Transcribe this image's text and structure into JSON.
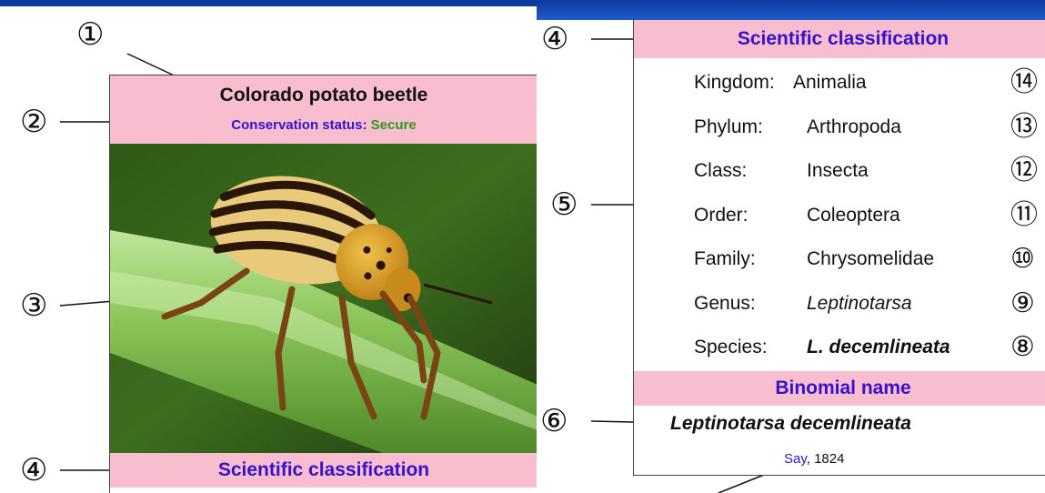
{
  "left": {
    "title": "Colorado potato beetle",
    "conservation_label": "Conservation status:",
    "conservation_value": "Secure",
    "sci_class_header": "Scientific classification",
    "callouts": [
      "①",
      "②",
      "③",
      "④"
    ]
  },
  "right": {
    "sci_class_header": "Scientific classification",
    "ranks": [
      {
        "rank": "Kingdom:",
        "value": "Animalia",
        "num": "⑭"
      },
      {
        "rank": "Phylum:",
        "value": "Arthropoda",
        "num": "⑬"
      },
      {
        "rank": "Class:",
        "value": "Insecta",
        "num": "⑫"
      },
      {
        "rank": "Order:",
        "value": "Coleoptera",
        "num": "⑪"
      },
      {
        "rank": "Family:",
        "value": "Chrysomelidae",
        "num": "⑩"
      },
      {
        "rank": "Genus:",
        "value": "Leptinotarsa",
        "num": "⑨"
      },
      {
        "rank": "Species:",
        "value": "L. decemlineata",
        "num": "⑧"
      }
    ],
    "binomial_header": "Binomial name",
    "binomial": "Leptinotarsa decemlineata",
    "authority_name": "Say",
    "authority_year": ", 1824",
    "callouts": [
      "④",
      "⑤",
      "⑥"
    ]
  },
  "colors": {
    "background": "#0d3a9e",
    "header_pink": "#f9bdd0",
    "link_blue": "#3413c9",
    "status_green": "#2f9a1d"
  }
}
